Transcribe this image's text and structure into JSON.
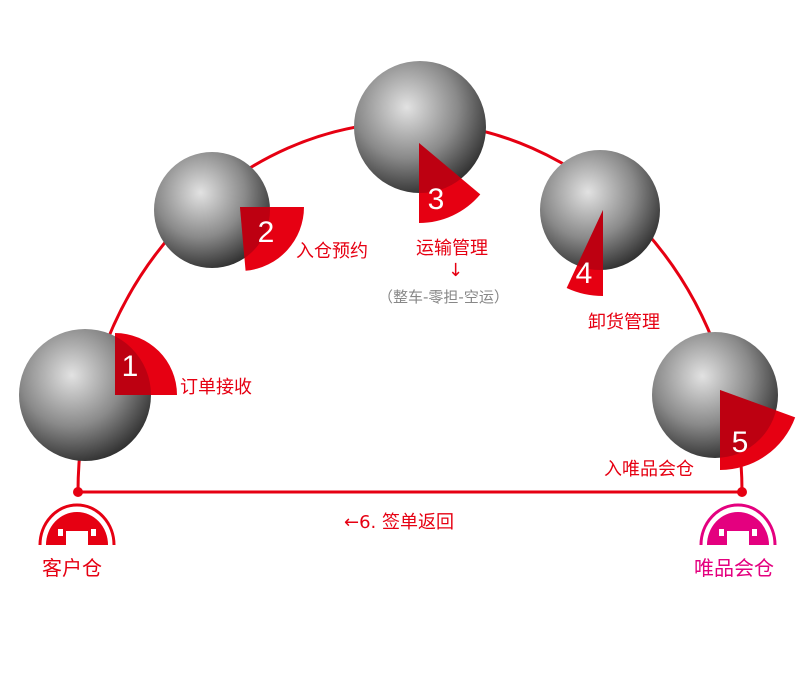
{
  "colors": {
    "red": "#e60012",
    "magenta": "#e4007f",
    "photo_dark": "#333333",
    "photo_light": "#d6d6d6"
  },
  "steps": [
    {
      "num": "1",
      "label": "订单接收"
    },
    {
      "num": "2",
      "label": "入仓预约"
    },
    {
      "num": "3",
      "label": "运输管理",
      "note_arrow": "↓",
      "note": "（整车-零担-空运）"
    },
    {
      "num": "4",
      "label": "卸货管理"
    },
    {
      "num": "5",
      "label": "入唯品会仓"
    }
  ],
  "return_label": "←6. 签单返回",
  "origin": {
    "label": "客户仓",
    "icon": "warehouse-icon"
  },
  "destination": {
    "label": "唯品会仓",
    "icon": "warehouse-icon"
  }
}
